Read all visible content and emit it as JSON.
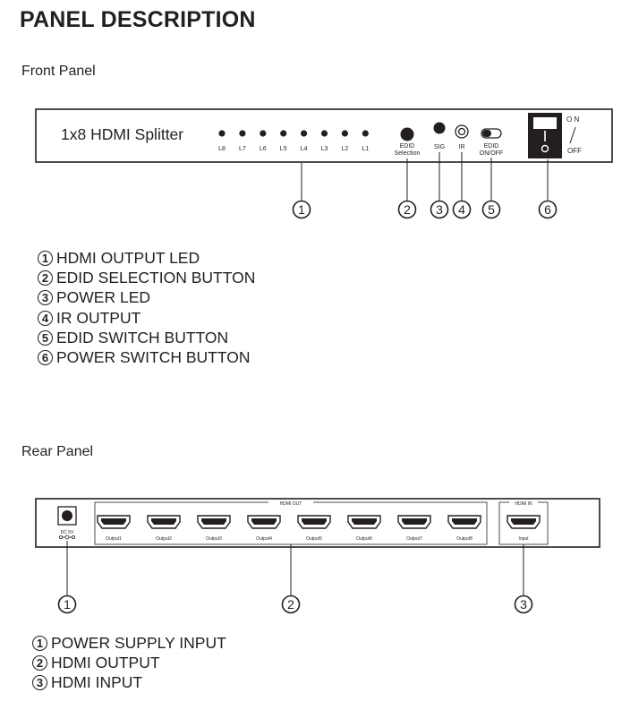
{
  "title": "PANEL DESCRIPTION",
  "front": {
    "heading": "Front Panel",
    "device_name": "1x8 HDMI Splitter",
    "led_labels": [
      "L8",
      "L7",
      "L6",
      "L5",
      "L4",
      "L3",
      "L2",
      "L1"
    ],
    "edid_label_1": "EDID",
    "edid_label_2": "Selection",
    "sig_label": "SIG",
    "ir_label": "IR",
    "edid_sw_label_1": "EDID",
    "edid_sw_label_2": "ON/OFF",
    "switch_on": "O N",
    "switch_off": "OFF",
    "switch_i": "I",
    "switch_o": "O",
    "callouts": [
      "1",
      "2",
      "3",
      "4",
      "5",
      "6"
    ],
    "legend": [
      {
        "num": "1",
        "text": "HDMI OUTPUT LED"
      },
      {
        "num": "2",
        "text": "EDID SELECTION BUTTON"
      },
      {
        "num": "3",
        "text": "POWER LED"
      },
      {
        "num": "4",
        "text": "IR OUTPUT"
      },
      {
        "num": "5",
        "text": "EDID SWITCH BUTTON"
      },
      {
        "num": "6",
        "text": "POWER SWITCH BUTTON"
      }
    ]
  },
  "rear": {
    "heading": "Rear Panel",
    "dc_label": "DC 5V",
    "hdmi_out_label": "HDMI OUT",
    "hdmi_in_label": "HDMI IN",
    "outputs": [
      "Output1",
      "Output2",
      "Output3",
      "Output4",
      "Output5",
      "Output6",
      "Output7",
      "Output8"
    ],
    "input_label": "Input",
    "callouts": [
      "1",
      "2",
      "3"
    ],
    "legend": [
      {
        "num": "1",
        "text": "POWER SUPPLY INPUT"
      },
      {
        "num": "2",
        "text": "HDMI OUTPUT"
      },
      {
        "num": "3",
        "text": "HDMI INPUT"
      }
    ]
  }
}
